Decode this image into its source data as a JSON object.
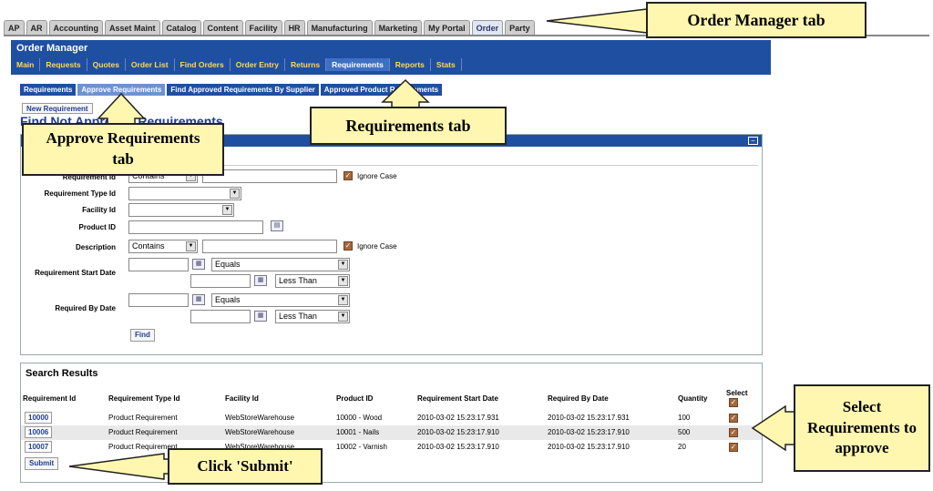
{
  "app_tabs": [
    "AP",
    "AR",
    "Accounting",
    "Asset Maint",
    "Catalog",
    "Content",
    "Facility",
    "HR",
    "Manufacturing",
    "Marketing",
    "My Portal",
    "Order",
    "Party"
  ],
  "app_tabs_active": "Order",
  "order_manager": {
    "title": "Order Manager",
    "nav": [
      "Main",
      "Requests",
      "Quotes",
      "Order List",
      "Find Orders",
      "Order Entry",
      "Returns",
      "Requirements",
      "Reports",
      "Stats"
    ],
    "nav_active": "Requirements"
  },
  "subtabs": [
    "Requirements",
    "Approve Requirements",
    "Find Approved Requirements By Supplier",
    "Approved Product Requirements"
  ],
  "subtabs_active": "Approve Requirements",
  "new_requirement_label": "New Requirement",
  "page_title": "Find Not Approved Requirements",
  "find_form": {
    "requirement_id": {
      "label": "Requirement Id",
      "operator": "Contains",
      "ignore_case": "Ignore Case"
    },
    "requirement_type_id": {
      "label": "Requirement Type Id"
    },
    "facility_id": {
      "label": "Facility Id"
    },
    "product_id": {
      "label": "Product ID"
    },
    "description": {
      "label": "Description",
      "operator": "Contains",
      "ignore_case": "Ignore Case"
    },
    "requirement_start_date": {
      "label": "Requirement Start Date",
      "op1": "Equals",
      "op2": "Less Than"
    },
    "required_by_date": {
      "label": "Required By Date",
      "op1": "Equals",
      "op2": "Less Than"
    },
    "find_button": "Find"
  },
  "results": {
    "title": "Search Results",
    "columns": [
      "Requirement Id",
      "Requirement Type Id",
      "Facility Id",
      "Product ID",
      "Requirement Start Date",
      "Required By Date",
      "Quantity",
      "Select"
    ],
    "rows": [
      {
        "id": "10000",
        "type": "Product Requirement",
        "facility": "WebStoreWarehouse",
        "product": "10000 - Wood",
        "start": "2010-03-02 15:23:17.931",
        "required_by": "2010-03-02 15:23:17.931",
        "quantity": "100"
      },
      {
        "id": "10006",
        "type": "Product Requirement",
        "facility": "WebStoreWarehouse",
        "product": "10001 - Nails",
        "start": "2010-03-02 15:23:17.910",
        "required_by": "2010-03-02 15:23:17.910",
        "quantity": "500"
      },
      {
        "id": "10007",
        "type": "Product Requirement",
        "facility": "WebStoreWarehouse",
        "product": "10002 - Varnish",
        "start": "2010-03-02 15:23:17.910",
        "required_by": "2010-03-02 15:23:17.910",
        "quantity": "20"
      }
    ],
    "submit_button": "Submit"
  },
  "callouts": {
    "order_manager_tab": "Order Manager tab",
    "requirements_tab": "Requirements tab",
    "approve_requirements_tab": "Approve Requirements tab",
    "select_requirements": "Select Requirements to approve",
    "click_submit": "Click 'Submit'"
  },
  "colors": {
    "header_blue": "#1f4fa0",
    "nav_yellow": "#ffd85a",
    "callout_fill": "#fff7b0",
    "checkbox_brown": "#a4683c"
  },
  "icons": [
    "checkbox-checked-icon",
    "calendar-icon",
    "lookup-icon",
    "dropdown-arrow-icon",
    "collapse-icon"
  ]
}
